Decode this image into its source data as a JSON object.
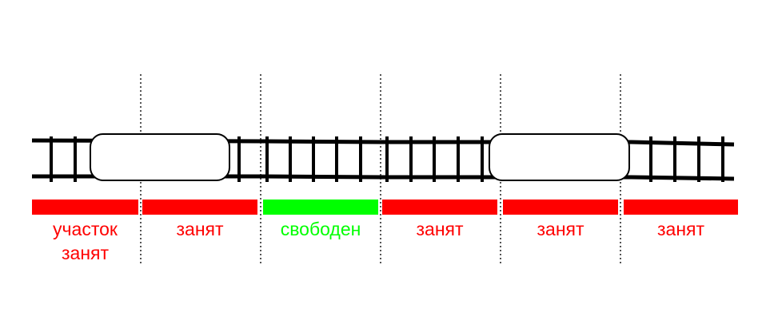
{
  "colors": {
    "occupied": "#ff0000",
    "free": "#00ff00",
    "rail": "#000000",
    "divider": "#555555",
    "train_fill": "#ffffff",
    "train_stroke": "#000000"
  },
  "sections": [
    {
      "status": "occupied",
      "label": "участок\nзанят"
    },
    {
      "status": "occupied",
      "label": "занят"
    },
    {
      "status": "free",
      "label": "свободен"
    },
    {
      "status": "occupied",
      "label": "занят"
    },
    {
      "status": "occupied",
      "label": "занят"
    },
    {
      "status": "occupied",
      "label": "занят"
    }
  ],
  "trains": [
    {
      "name": "train-car-1"
    },
    {
      "name": "train-car-2"
    }
  ]
}
